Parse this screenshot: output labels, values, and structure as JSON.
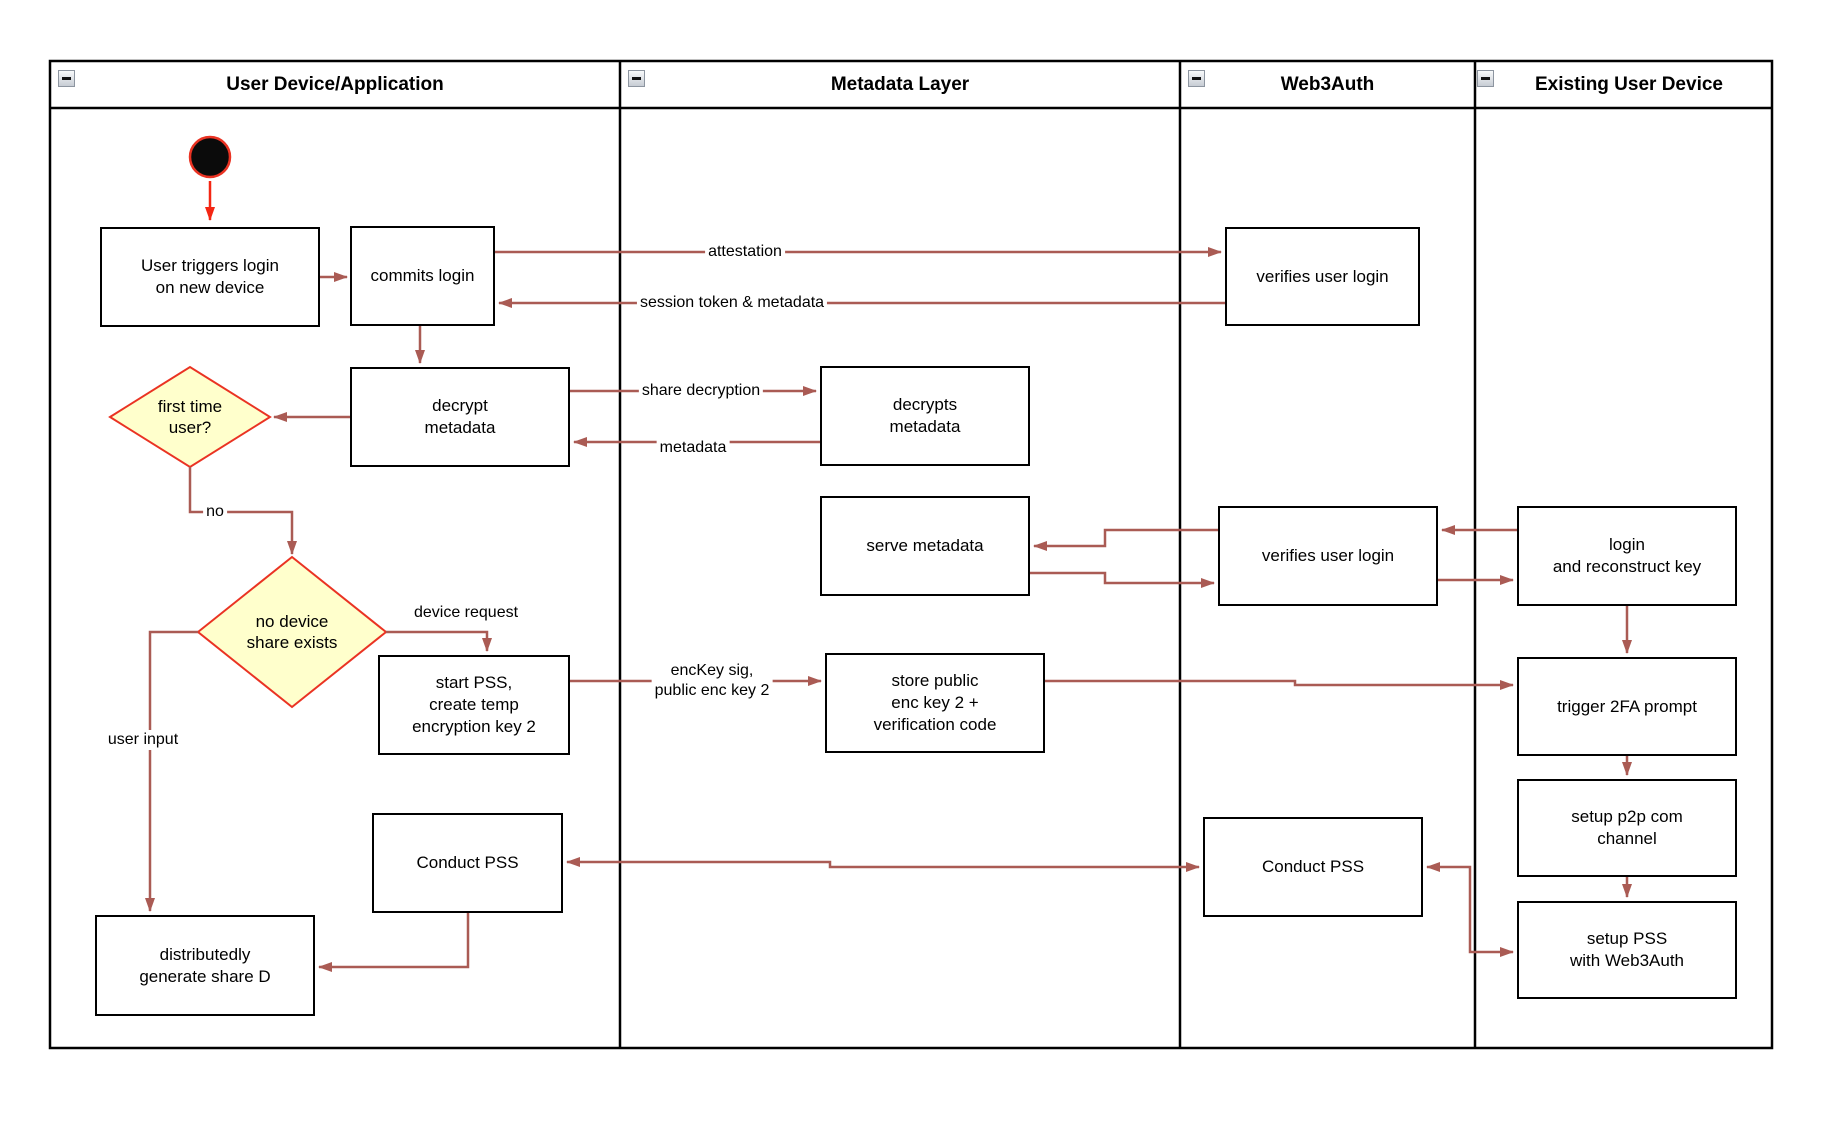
{
  "colors": {
    "connector": "#aa5b54",
    "start_red": "#f42613",
    "decision_fill": "#ffffcc",
    "decision_border": "#ea3323",
    "box_border": "#000000",
    "box_fill": "#ffffff",
    "lane_border": "#000000"
  },
  "lanes": [
    {
      "title": "User Device/Application"
    },
    {
      "title": "Metadata Layer"
    },
    {
      "title": "Web3Auth"
    },
    {
      "title": "Existing User Device"
    }
  ],
  "nodes": {
    "user_triggers": {
      "label": "User triggers login\non new device"
    },
    "commits_login": {
      "label": "commits login"
    },
    "decrypt_metadata": {
      "label": "decrypt\nmetadata"
    },
    "start_pss": {
      "label": "start PSS,\ncreate temp\nencryption key 2"
    },
    "conduct_pss_user": {
      "label": "Conduct PSS"
    },
    "distributedly": {
      "label": "distributedly\ngenerate share D"
    },
    "decrypts_metadata": {
      "label": "decrypts\nmetadata"
    },
    "serve_metadata": {
      "label": "serve metadata"
    },
    "store_public": {
      "label": "store public\nenc key 2 +\nverification code"
    },
    "verifies_top": {
      "label": "verifies user login"
    },
    "verifies_mid": {
      "label": "verifies user login"
    },
    "conduct_pss_web3": {
      "label": "Conduct PSS"
    },
    "login_reconstruct": {
      "label": "login\nand reconstruct key"
    },
    "trigger_2fa": {
      "label": "trigger 2FA prompt"
    },
    "setup_p2p": {
      "label": "setup p2p com\nchannel"
    },
    "setup_pss": {
      "label": "setup PSS\nwith Web3Auth"
    }
  },
  "decisions": {
    "first_time": {
      "label": "first time\nuser?"
    },
    "no_device": {
      "label": "no device\nshare exists"
    }
  },
  "edge_labels": {
    "attestation": "attestation",
    "session_token": "session token & metadata",
    "share_decryption": "share decryption",
    "metadata": "metadata",
    "no": "no",
    "device_request": "device request",
    "user_input": "user input",
    "enckey": "encKey sig,\npublic enc key 2"
  }
}
